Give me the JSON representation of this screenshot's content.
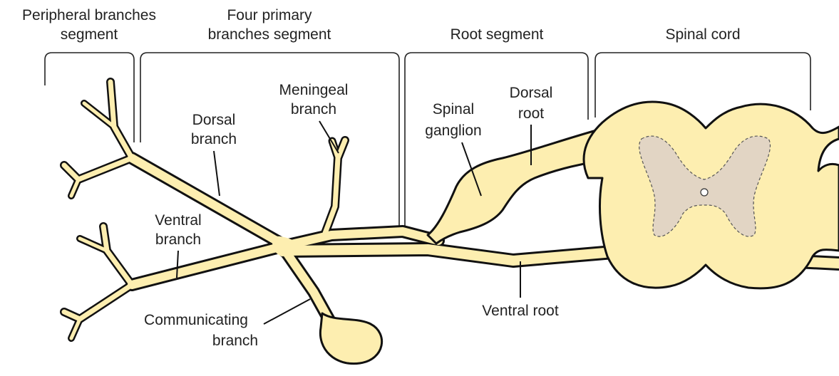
{
  "segments": {
    "peripheral": [
      "Peripheral branches",
      "segment"
    ],
    "four_primary": [
      "Four primary",
      "branches segment"
    ],
    "root": [
      "Root segment"
    ],
    "spinal_cord": [
      "Spinal cord"
    ]
  },
  "labels": {
    "meningeal_branch": [
      "Meningeal",
      "branch"
    ],
    "dorsal_branch": [
      "Dorsal",
      "branch"
    ],
    "ventral_branch": [
      "Ventral",
      "branch"
    ],
    "communicating_branch": [
      "Communicating",
      "branch"
    ],
    "spinal_ganglion": [
      "Spinal",
      "ganglion"
    ],
    "dorsal_root": [
      "Dorsal",
      "root"
    ],
    "ventral_root": [
      "Ventral root"
    ]
  },
  "colors": {
    "nerve_fill": "#fdeeb0",
    "grey_matter": "#e2d5c4",
    "outline": "#111111",
    "text": "#222222"
  }
}
